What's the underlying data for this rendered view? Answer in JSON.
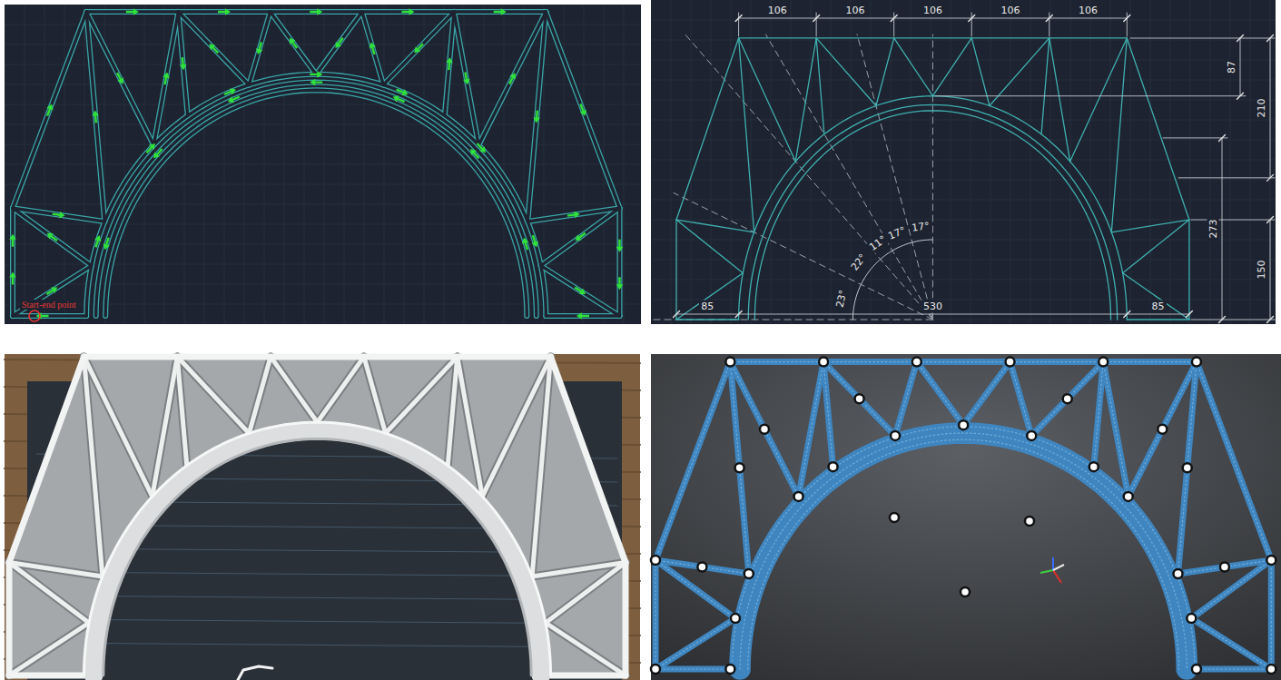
{
  "diagram": {
    "labels": [
      "Start-end point",
      "106",
      "106",
      "106",
      "106",
      "106",
      "87",
      "210",
      "273",
      "150",
      "85",
      "530",
      "85",
      "23°",
      "22°",
      "11°",
      "17°",
      "17°"
    ]
  }
}
